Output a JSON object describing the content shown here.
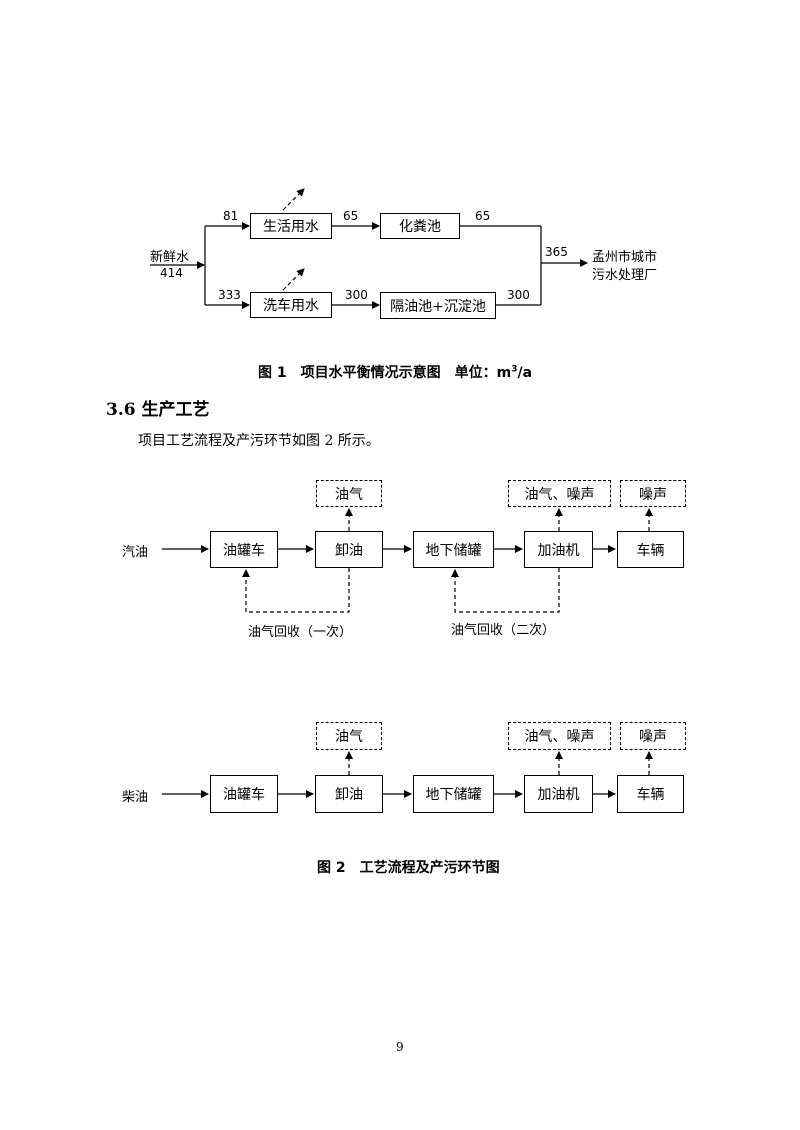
{
  "water_balance": {
    "fresh_water": "新鲜水",
    "fresh_value": "414",
    "domestic_value": "81",
    "domestic_water": "生活用水",
    "domestic_out": "65",
    "septic_tank": "化粪池",
    "septic_out": "65",
    "carwash_value": "333",
    "carwash_water": "洗车用水",
    "carwash_out": "300",
    "separator_tank": "隔油池+沉淀池",
    "separator_out": "300",
    "total_out": "365",
    "wwtp_line1": "孟州市城市",
    "wwtp_line2": "污水处理厂"
  },
  "figure1": {
    "caption": "图 1　项目水平衡情况示意图　单位：m",
    "unit_sup": "3",
    "unit_tail": "/a"
  },
  "section": {
    "heading": "3.6 生产工艺",
    "paragraph": "项目工艺流程及产污环节如图 2 所示。"
  },
  "process_gasoline": {
    "input": "汽油",
    "tanker": "油罐车",
    "unload": "卸油",
    "storage": "地下储罐",
    "dispenser": "加油机",
    "vehicle": "车辆",
    "emission_unload": "油气",
    "emission_dispenser": "油气、噪声",
    "emission_vehicle": "噪声",
    "recovery1": "油气回收（一次）",
    "recovery2": "油气回收（二次）"
  },
  "process_diesel": {
    "input": "柴油",
    "tanker": "油罐车",
    "unload": "卸油",
    "storage": "地下储罐",
    "dispenser": "加油机",
    "vehicle": "车辆",
    "emission_unload": "油气",
    "emission_dispenser": "油气、噪声",
    "emission_vehicle": "噪声"
  },
  "figure2": {
    "caption": "图 2　工艺流程及产污环节图"
  },
  "page": {
    "number": "9"
  }
}
